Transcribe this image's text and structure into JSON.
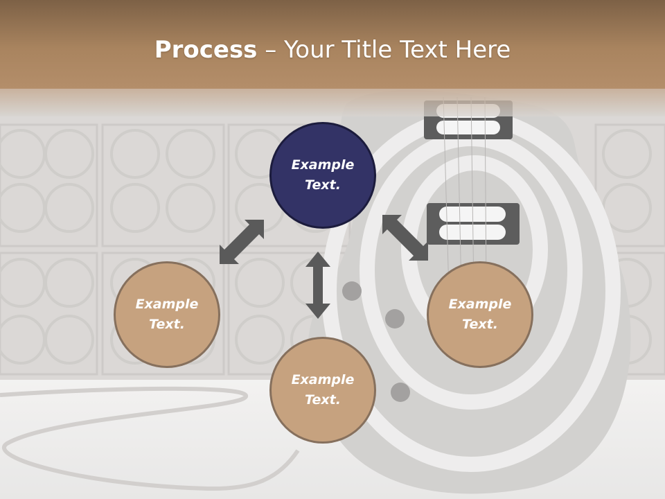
{
  "title": {
    "bold": "Process",
    "rest": " – Your Title Text Here"
  },
  "nodes": {
    "top": {
      "line1": "Example",
      "line2": "Text."
    },
    "left": {
      "line1": "Example",
      "line2": "Text."
    },
    "right": {
      "line1": "Example",
      "line2": "Text."
    },
    "bottom": {
      "line1": "Example",
      "line2": "Text."
    }
  },
  "colors": {
    "title_band": "#a78361",
    "node_fill": "#c6a27f",
    "node_border": "#86705d",
    "center_node_fill": "#333366",
    "arrow": "#5a5a5a"
  }
}
